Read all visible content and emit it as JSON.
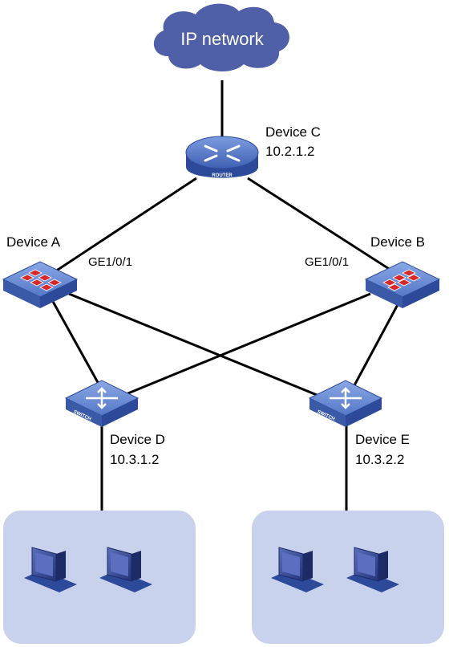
{
  "cloud": {
    "label": "IP network"
  },
  "devices": {
    "c": {
      "name": "Device C",
      "ip": "10.2.1.2",
      "icon_text": "ROUTER"
    },
    "a": {
      "name": "Device A",
      "port": "GE1/0/1"
    },
    "b": {
      "name": "Device B",
      "port": "GE1/0/1"
    },
    "d": {
      "name": "Device D",
      "ip": "10.3.1.2",
      "icon_text": "SWITCH"
    },
    "e": {
      "name": "Device E",
      "ip": "10.3.2.2",
      "icon_text": "SWITCH"
    }
  },
  "colors": {
    "cloud": "#4f5fa8",
    "device_top": "#6d8fd8",
    "device_side": "#2d4a9a",
    "firewall_red": "#d62a2a",
    "lan_panel": "#c8d2ec",
    "link": "#000000"
  }
}
